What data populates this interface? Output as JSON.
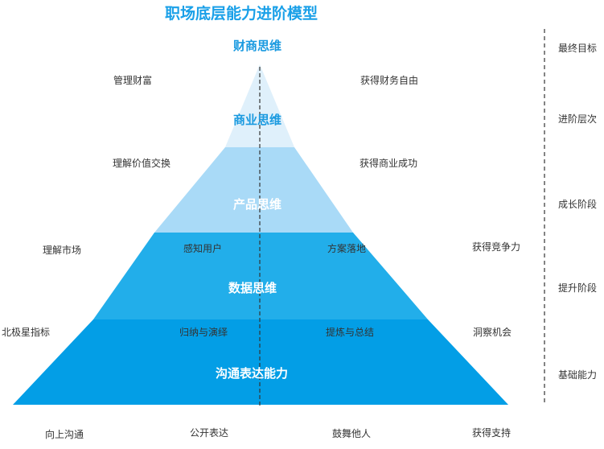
{
  "title": "职场底层能力进阶模型",
  "colors": {
    "title": "#1aa0e8",
    "tier1": "#dff0fb",
    "tier2": "#a9daf7",
    "tier3": "#22aeea",
    "tier4": "#039ee6",
    "tier_text_top": "#1a9ae0",
    "text": "#333333"
  },
  "tiers": {
    "top": "财商思维",
    "business": "商业思维",
    "product": "产品思维",
    "data": "数据思维",
    "communication": "沟通表达能力"
  },
  "inner": {
    "product_left": "感知用户",
    "product_right": "方案落地",
    "data_left": "归纳与演绎",
    "data_right": "提炼与总结"
  },
  "left_side": {
    "wealth": "管理财富",
    "value": "理解价值交换",
    "market": "理解市场",
    "north_star": "北极星指标"
  },
  "right_side": {
    "wealth": "获得财务自由",
    "business": "获得商业成功",
    "competitive": "获得竞争力",
    "insight": "洞察机会"
  },
  "bottom": [
    "向上沟通",
    "公开表达",
    "鼓舞他人",
    "获得支持"
  ],
  "stages": [
    "最终目标",
    "进阶层次",
    "成长阶段",
    "提升阶段",
    "基础能力"
  ]
}
